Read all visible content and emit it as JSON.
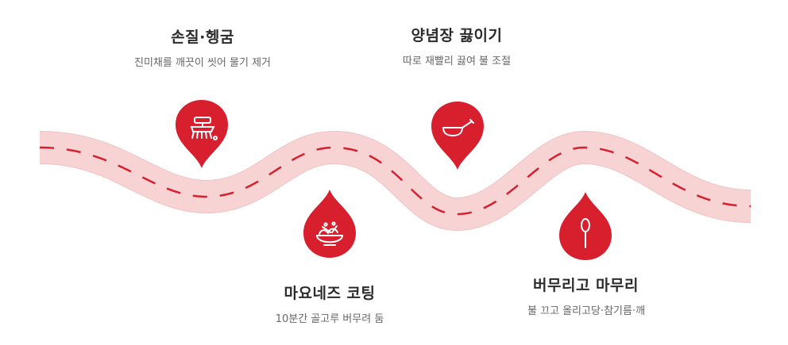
{
  "colors": {
    "accent": "#d81f2e",
    "road": "#f8d2d3",
    "road_edge": "#eab8ba",
    "dash": "#d81f2e"
  },
  "steps": [
    {
      "title": "손질·헹굼",
      "desc": "진미채를 깨끗이 씻어 물기 제거",
      "icon": "brush-icon"
    },
    {
      "title": "마요네즈 코팅",
      "desc": "10분간 골고루 버무려 둠",
      "icon": "salad-bowl-icon"
    },
    {
      "title": "양념장 끓이기",
      "desc": "따로 재빨리 끓여 불 조절",
      "icon": "frying-pan-icon"
    },
    {
      "title": "버무리고 마무리",
      "desc": "불 끄고 올리고당·참기름·깨",
      "icon": "spoon-icon"
    }
  ]
}
